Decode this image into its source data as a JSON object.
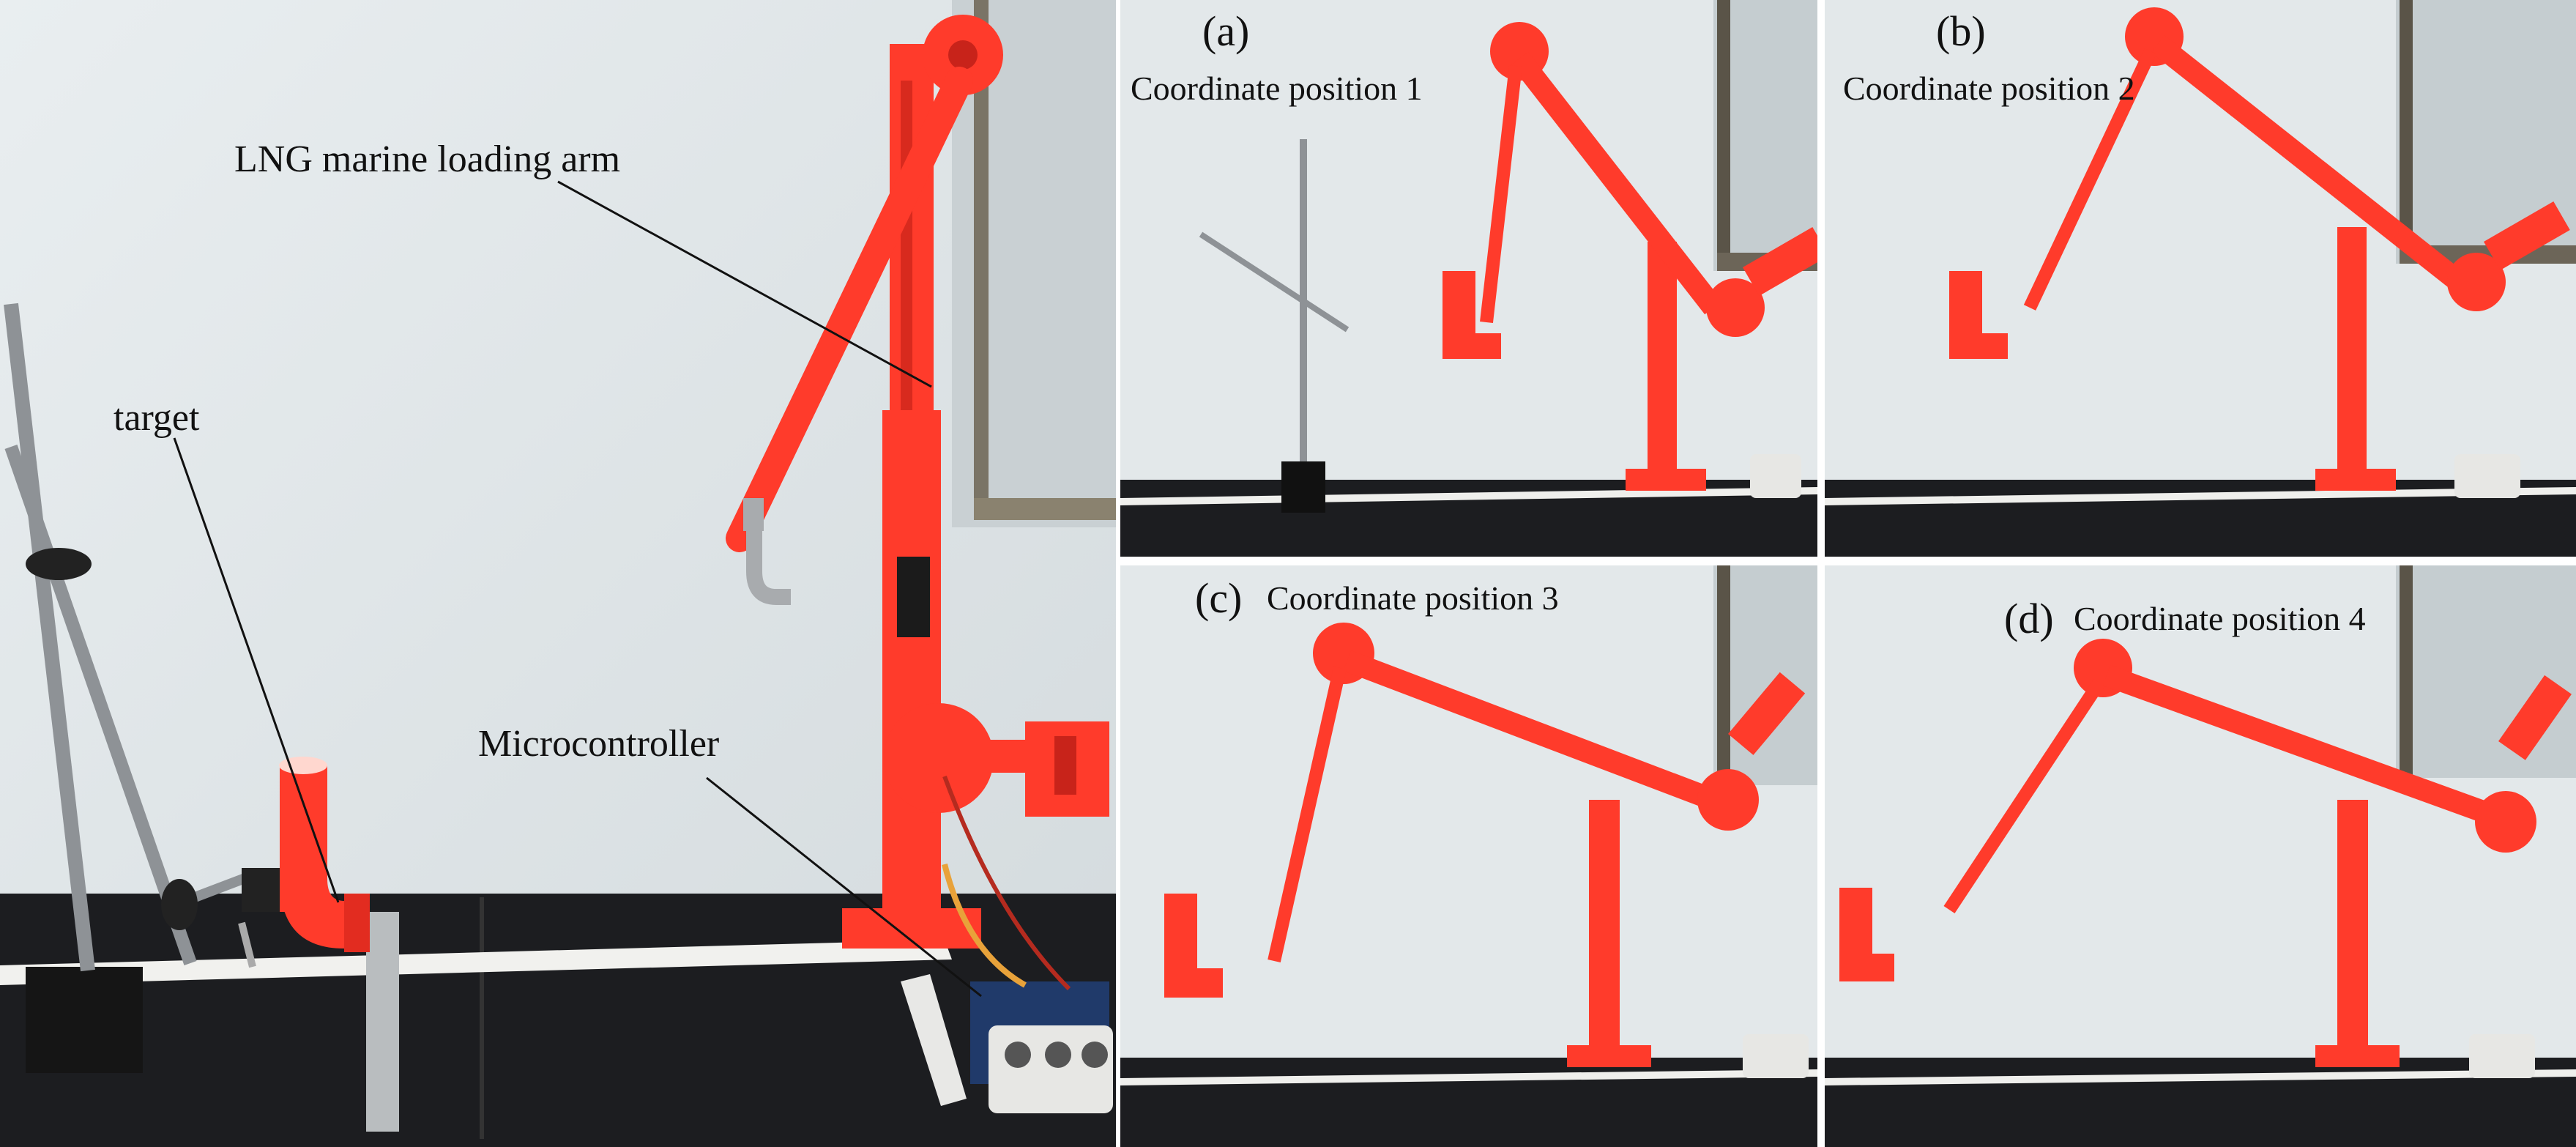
{
  "main_photo": {
    "labels": {
      "arm": "LNG marine loading arm",
      "target": "target",
      "controller": "Microcontroller"
    }
  },
  "panels": [
    {
      "letter": "(a)",
      "caption": "Coordinate position 1"
    },
    {
      "letter": "(b)",
      "caption": "Coordinate position 2"
    },
    {
      "letter": "(c)",
      "caption": "Coordinate position 3"
    },
    {
      "letter": "(d)",
      "caption": "Coordinate position 4"
    }
  ],
  "colors": {
    "wall": "#dfe5e8",
    "arm": "#ff3b2b",
    "arm_dark": "#c8231a",
    "table": "#1c1d20",
    "steel": "#8e9296",
    "frame": "#5a5448"
  }
}
